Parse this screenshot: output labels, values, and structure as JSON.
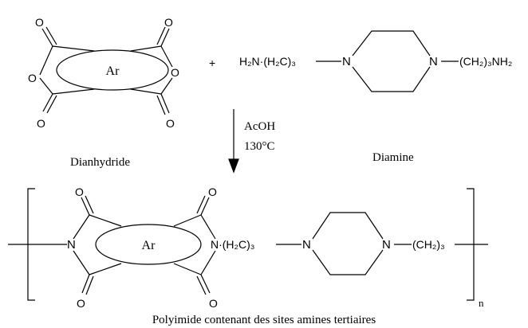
{
  "atoms": {
    "oxygen": "O",
    "nitrogen": "N",
    "ar": "Ar"
  },
  "reactants": {
    "plus": "+",
    "diamine_left": "H₂N·(H₂C)₃",
    "diamine_right": "(CH₂)₃NH₂",
    "dianhydride_label": "Dianhydride",
    "diamine_label": "Diamine"
  },
  "conditions": {
    "solvent": "AcOH",
    "temperature": "130°C"
  },
  "product": {
    "left_chain": "N·(H₂C)₃",
    "right_chain": "(CH₂)₃",
    "repeat": "n",
    "label": "Polyimide contenant des sites amines tertiaires"
  }
}
